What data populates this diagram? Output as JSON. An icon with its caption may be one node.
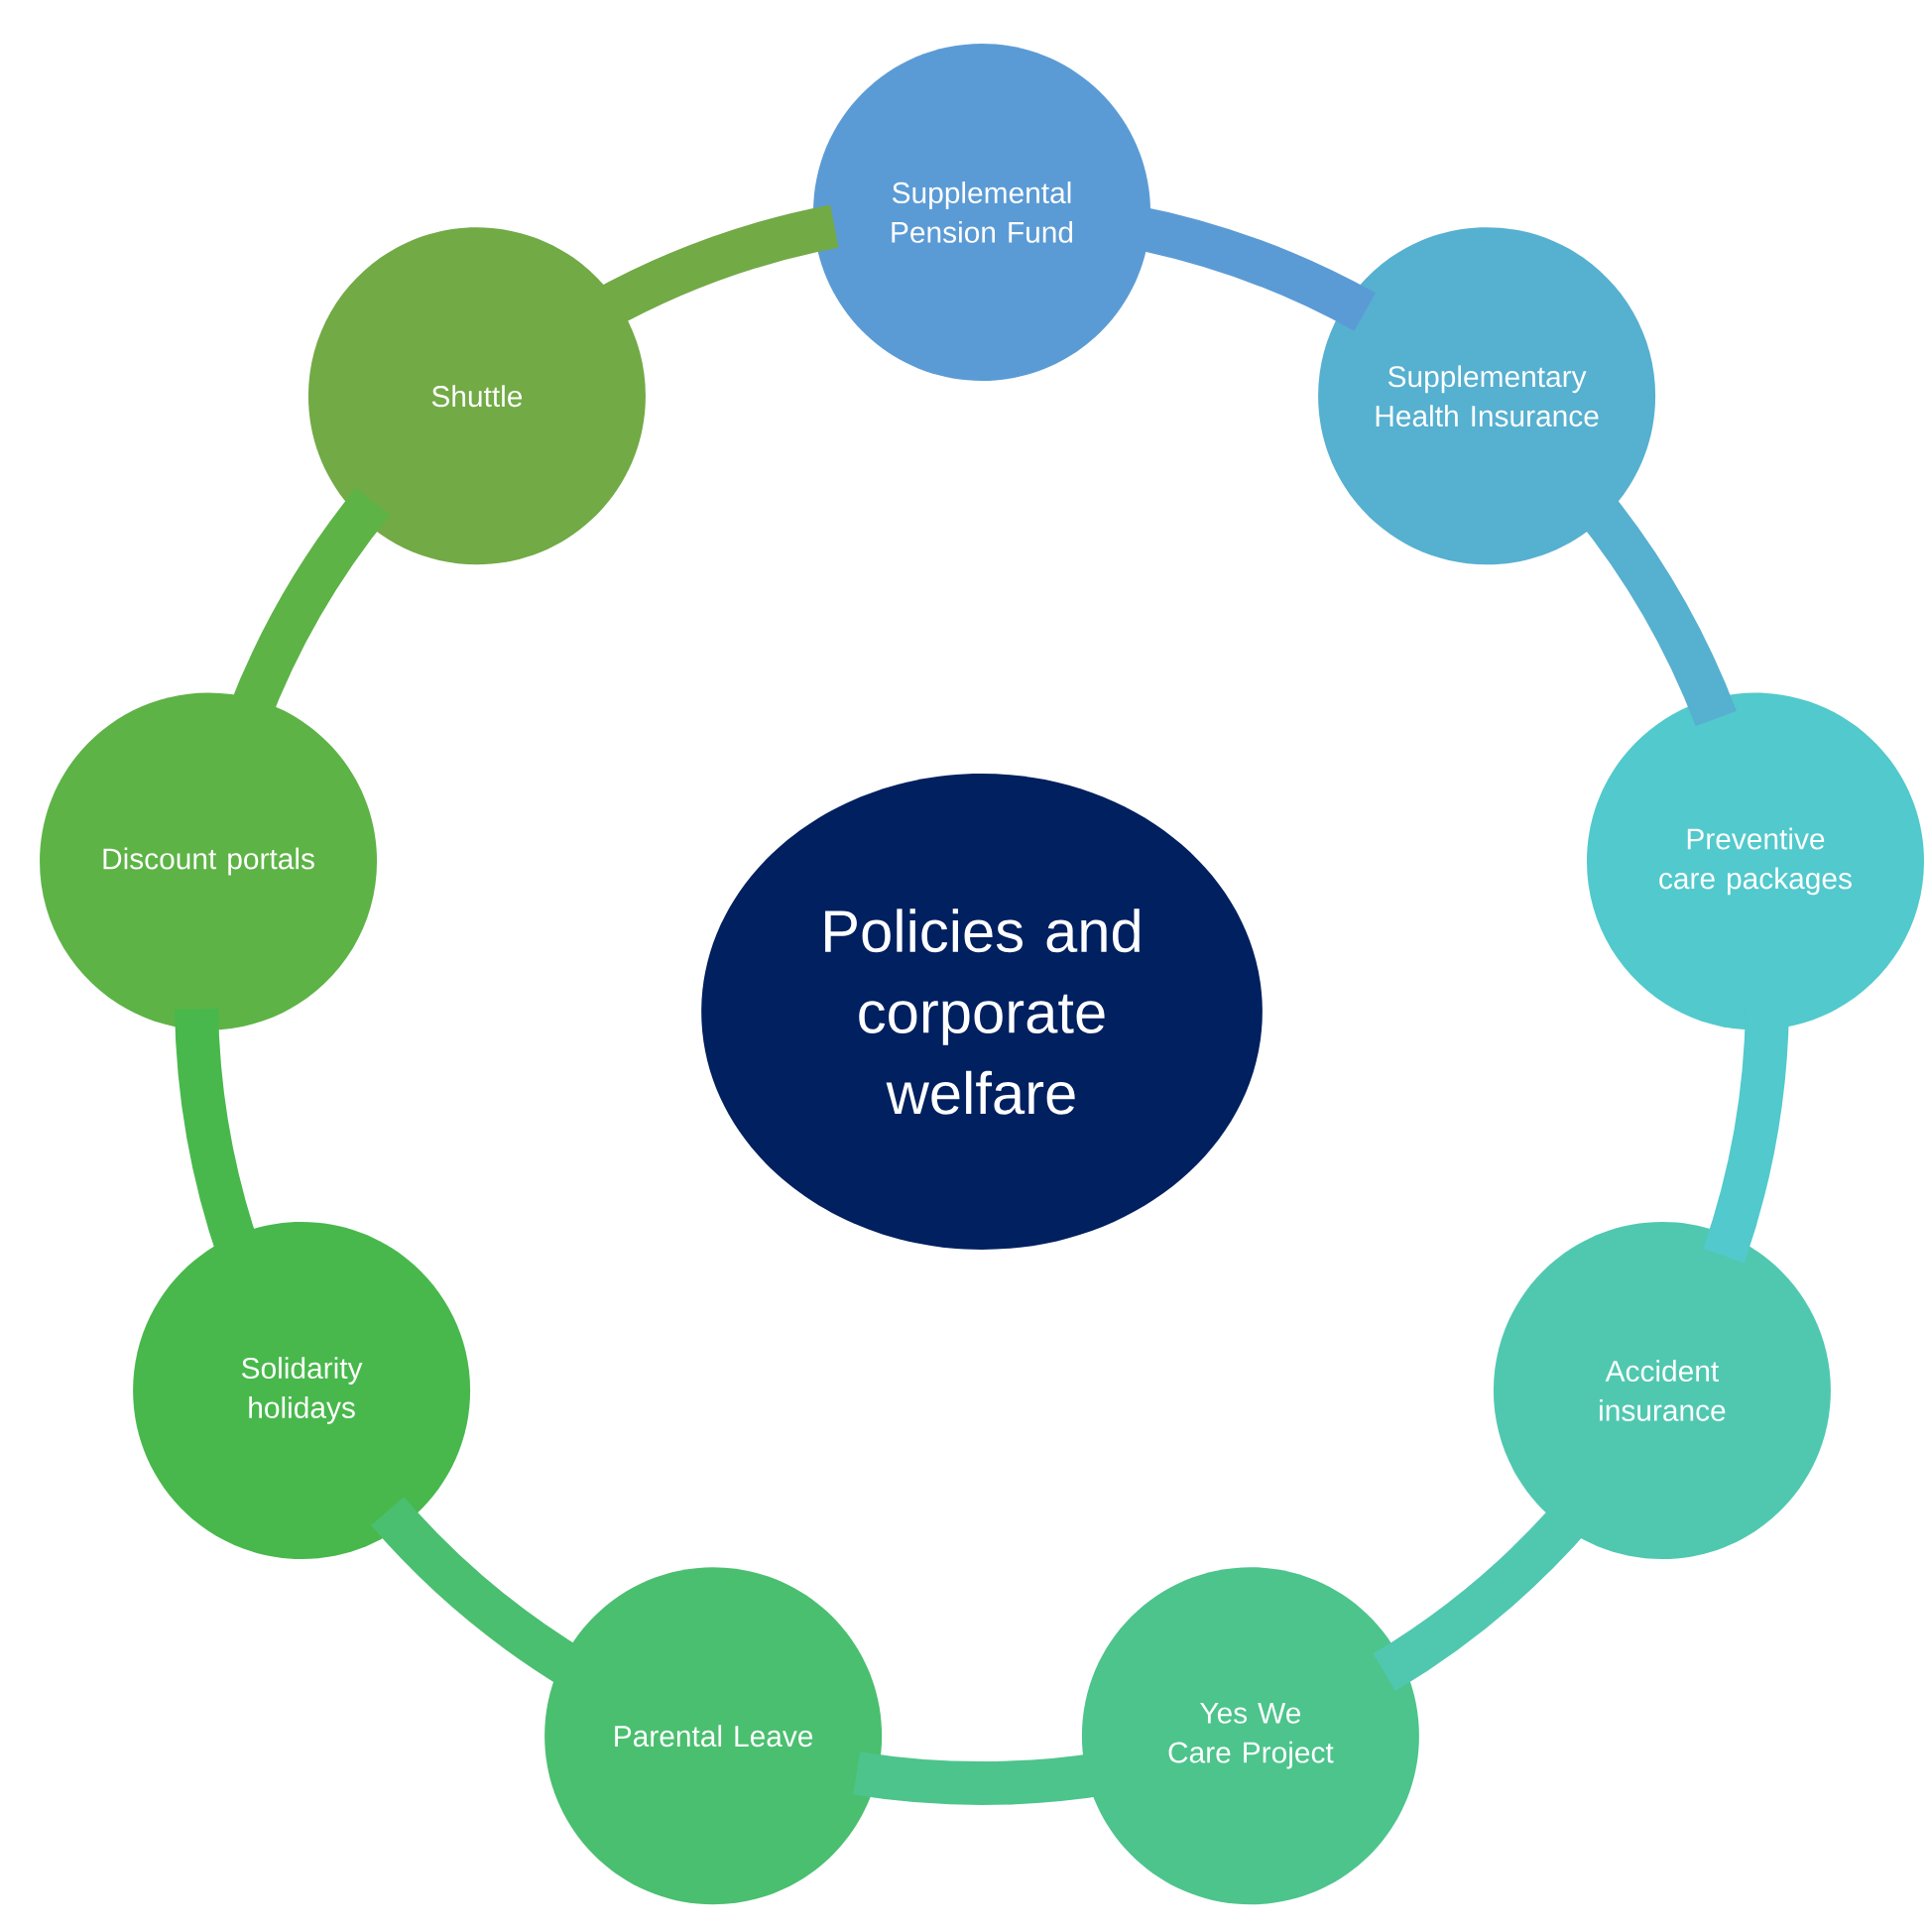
{
  "diagram": {
    "nodes": [
      {
        "text": [
          "Supplemental Pension Fund"
        ]
      },
      {
        "text": [
          "Supplementary Health Insurance"
        ]
      },
      {
        "text": [
          "Preventive care packages"
        ]
      },
      {
        "text": [
          "Accident insurance"
        ]
      },
      {
        "text": [
          "Yes We Care Project"
        ]
      },
      {
        "text": [
          "Parental Leave"
        ]
      },
      {
        "text": [
          "Solidarity holidays"
        ]
      },
      {
        "text": [
          "Discount portals"
        ]
      },
      {
        "text": [
          "Shuttle"
        ]
      },
      {
        "text": [
          "Policies and corporate welfare"
        ]
      }
    ],
    "edges": [
      {
        "from": 0,
        "to": 1,
        "arrow": "none",
        "color": "#5b9bd5"
      },
      {
        "from": 1,
        "to": 2,
        "arrow": "none",
        "color": "#56b0d0"
      },
      {
        "from": 2,
        "to": 3,
        "arrow": "none",
        "color": "#52c9cc"
      },
      {
        "from": 3,
        "to": 4,
        "arrow": "none",
        "color": "#50c8b0"
      },
      {
        "from": 4,
        "to": 5,
        "arrow": "none",
        "color": "#4cc48c"
      },
      {
        "from": 5,
        "to": 6,
        "arrow": "none",
        "color": "#4abf6f"
      },
      {
        "from": 6,
        "to": 7,
        "arrow": "none",
        "color": "#48b84c"
      },
      {
        "from": 7,
        "to": 8,
        "arrow": "none",
        "color": "#5db346"
      },
      {
        "from": 8,
        "to": 0,
        "arrow": "none",
        "color": "#72aa46"
      }
    ]
  }
}
